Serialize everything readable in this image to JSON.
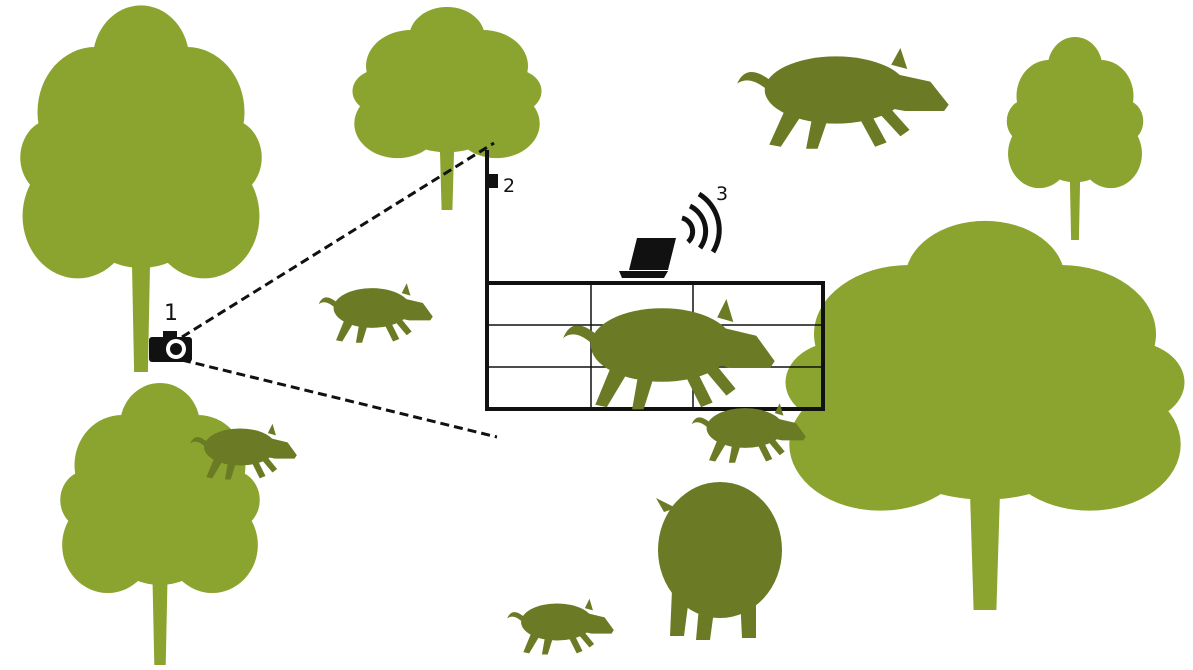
{
  "labels": {
    "camera_label": "1",
    "sensor_label": "2",
    "wireless_label": "3"
  },
  "colors": {
    "tree": "#8ba32f",
    "boar": "#6b7a24",
    "lines": "#111111",
    "background": "#ffffff"
  },
  "icons": [
    "tree-icon",
    "wild-boar-icon",
    "camera-icon",
    "laptop-icon",
    "wifi-signal-icon",
    "sensor-icon"
  ]
}
